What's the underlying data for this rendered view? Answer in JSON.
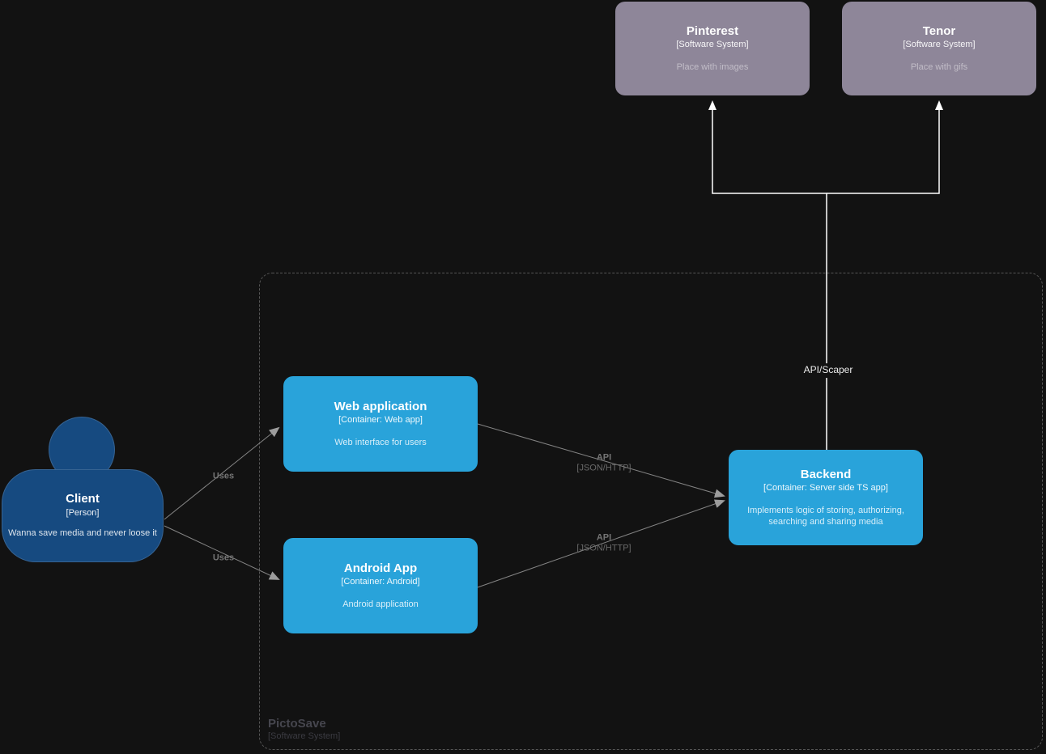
{
  "diagram": {
    "boundary": {
      "title": "PictoSave",
      "subtitle": "[Software System]"
    },
    "nodes": {
      "pinterest": {
        "title": "Pinterest",
        "subtitle": "[Software System]",
        "description": "Place with images"
      },
      "tenor": {
        "title": "Tenor",
        "subtitle": "[Software System]",
        "description": "Place with gifs"
      },
      "client": {
        "title": "Client",
        "subtitle": "[Person]",
        "description": "Wanna save media and never loose it"
      },
      "web_app": {
        "title": "Web application",
        "subtitle": "[Container: Web app]",
        "description": "Web interface for users"
      },
      "android_app": {
        "title": "Android App",
        "subtitle": "[Container: Android]",
        "description": "Android application"
      },
      "backend": {
        "title": "Backend",
        "subtitle": "[Container: Server side TS app]",
        "description": "Implements logic of storing, authorizing, searching and sharing media"
      }
    },
    "edges": {
      "client_web": {
        "label": "Uses"
      },
      "client_android": {
        "label": "Uses"
      },
      "web_backend": {
        "label": "API",
        "sublabel": "[JSON/HTTP]"
      },
      "android_backend": {
        "label": "API",
        "sublabel": "[JSON/HTTP]"
      },
      "backend_external": {
        "label": "API/Scaper"
      }
    },
    "colors": {
      "background": "#121212",
      "external_system": "#8e8699",
      "container": "#29a3da",
      "person": "#164a80",
      "edge_gray": "#848484",
      "edge_white": "#ffffff",
      "boundary_dash": "#565656"
    }
  }
}
